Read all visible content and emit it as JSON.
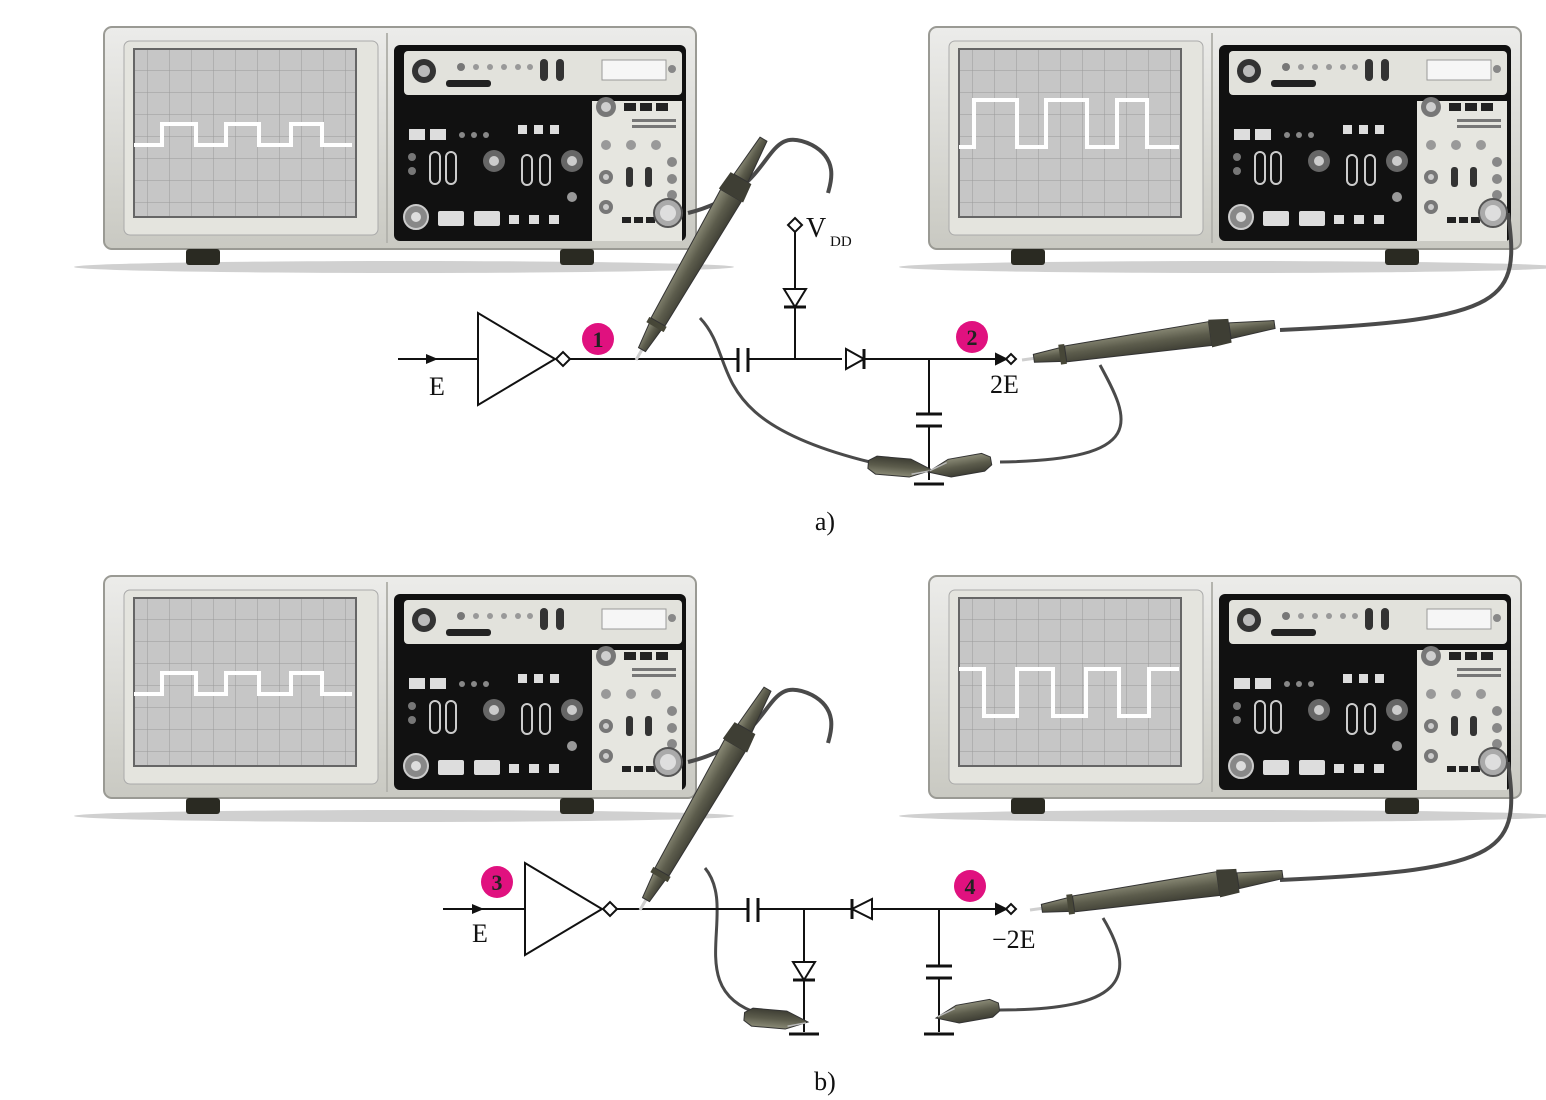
{
  "panels": [
    {
      "caption": "a)",
      "input_label": "E",
      "supply_label": "V",
      "supply_subscript": "DD",
      "output_label": "2E",
      "badges": [
        "1",
        "2"
      ]
    },
    {
      "caption": "b)",
      "input_label": "E",
      "output_label": "−2E",
      "badges": [
        "3",
        "4"
      ]
    }
  ],
  "colors": {
    "badge": "#e0117f",
    "trace": "#ffffff",
    "screen": "#c4c4c4",
    "chassis": "#dcdcd4",
    "panel": "#111111",
    "probe": "#5e5e50",
    "cable": "#4a4a4a",
    "wire": "#111111"
  },
  "icons": [
    "oscilloscope-icon",
    "probe-icon",
    "alligator-clip-icon",
    "inverter-icon",
    "diode-icon",
    "capacitor-icon",
    "ground-icon"
  ]
}
